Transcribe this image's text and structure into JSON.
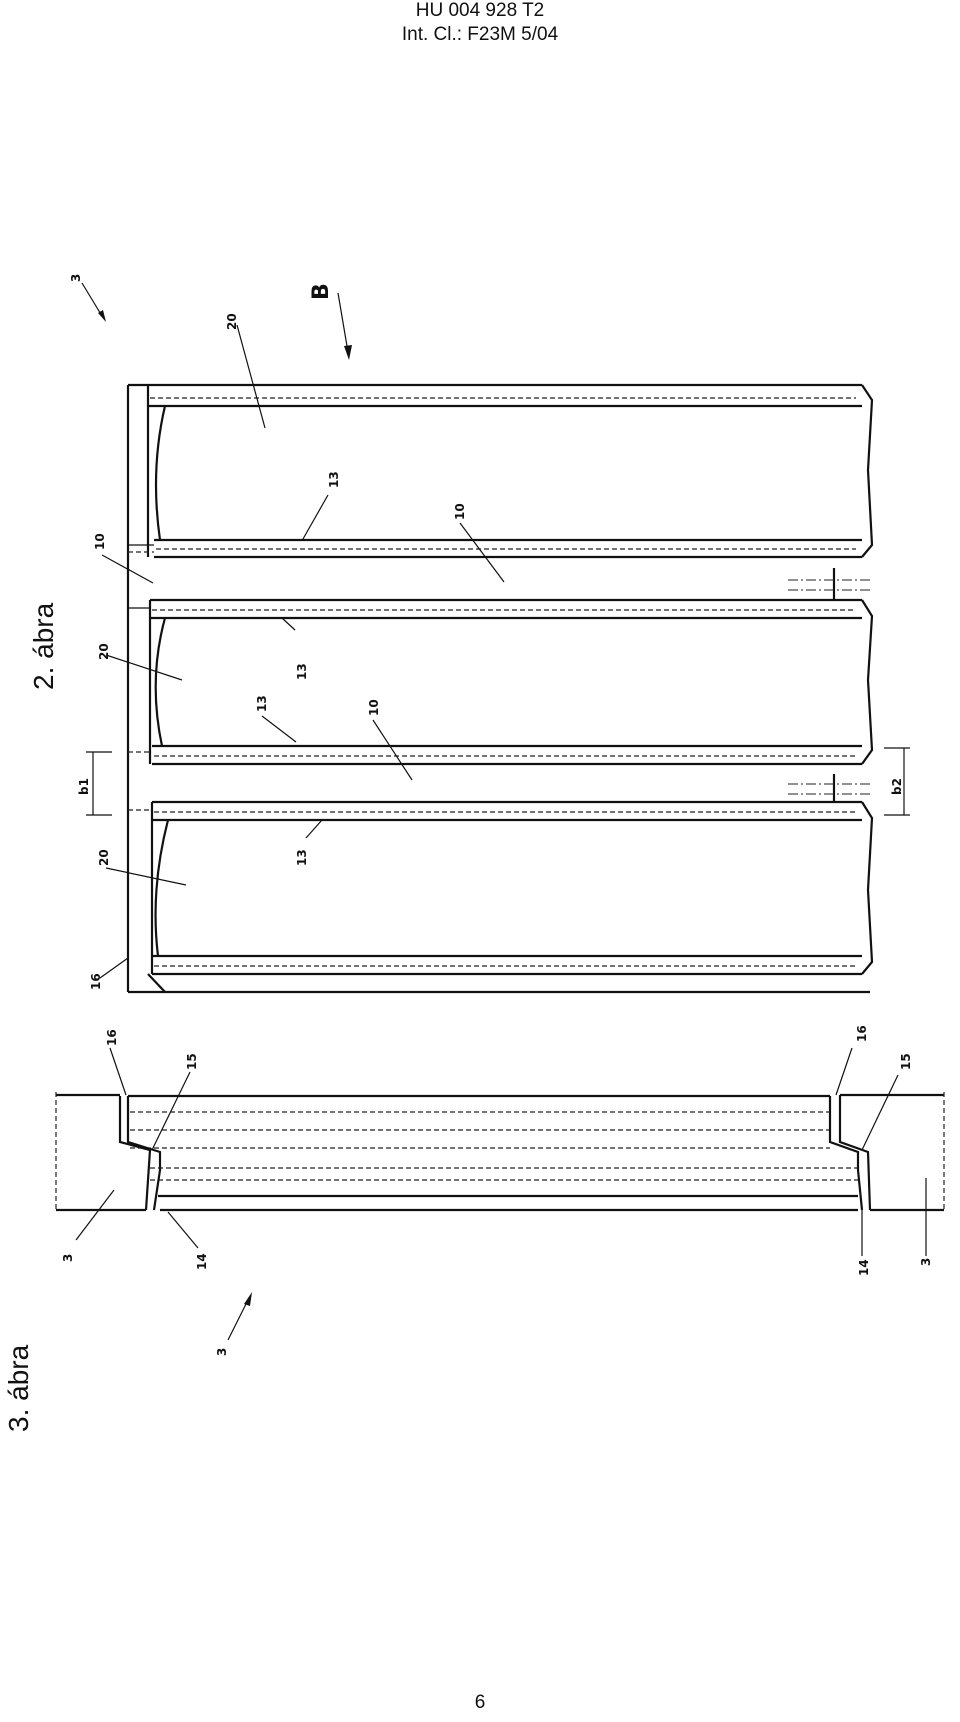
{
  "header": {
    "patent_number": "HU 004 928 T2",
    "classification": "Int. Cl.: F23M 5/04"
  },
  "figures": {
    "fig2_label": "2. ábra",
    "fig3_label": "3. ábra"
  },
  "references": {
    "r3": "3",
    "r10": "10",
    "r13": "13",
    "r14": "14",
    "r15": "15",
    "r16": "16",
    "r20": "20",
    "rB": "B",
    "rb1": "b1",
    "rb2": "b2"
  },
  "page_number": "6"
}
